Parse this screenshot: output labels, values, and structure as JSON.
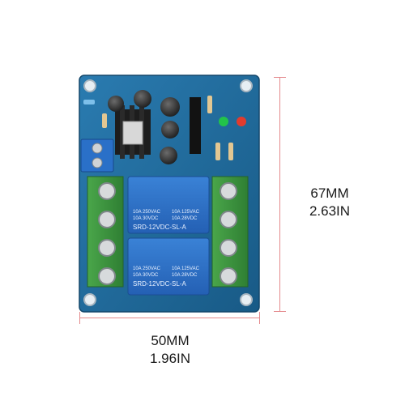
{
  "dimensions": {
    "height_mm": "67MM",
    "height_in": "2.63IN",
    "width_mm": "50MM",
    "width_in": "1.96IN"
  },
  "board": {
    "color": "#1f6b9a",
    "relay_color": "#2a6fc4",
    "relays": [
      {
        "line1_left": "10A 250VAC",
        "line1_right": "10A 125VAC",
        "line2_left": "10A  30VDC",
        "line2_right": "10A 28VDC",
        "model": "SRD-12VDC-SL-A"
      },
      {
        "line1_left": "10A 250VAC",
        "line1_right": "10A 125VAC",
        "line2_left": "10A  30VDC",
        "line2_right": "10A 28VDC",
        "model": "SRD-12VDC-SL-A"
      }
    ],
    "leds": [
      {
        "color": "#22c34a"
      },
      {
        "color": "#e23b2e"
      }
    ]
  }
}
